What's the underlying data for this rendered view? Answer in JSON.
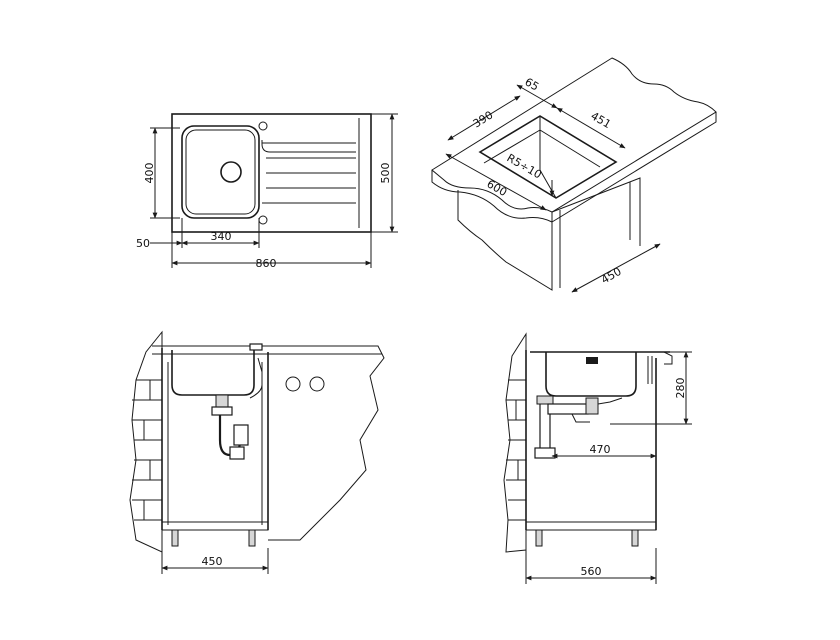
{
  "top_view": {
    "height_bowl": "400",
    "height_total": "500",
    "offset_left": "50",
    "bowl_width": "340",
    "total_width": "860"
  },
  "iso_view": {
    "dim_65": "65",
    "dim_390": "390",
    "dim_451": "451",
    "radius": "R5÷10",
    "dim_600": "600",
    "dim_450": "450"
  },
  "front_view": {
    "cabinet_width": "450"
  },
  "side_view": {
    "depth_280": "280",
    "depth_470": "470",
    "cabinet_depth": "560"
  }
}
